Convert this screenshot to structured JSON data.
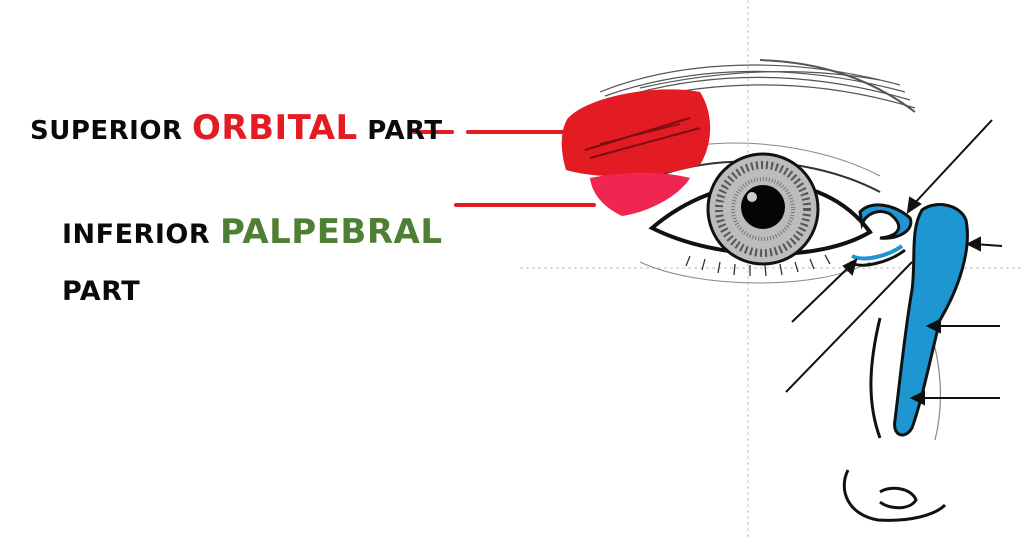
{
  "labels": {
    "superior_prefix": "SUPERIOR ",
    "superior_highlight": "ORBITAL",
    "superior_suffix": " PART",
    "inferior_prefix": "INFERIOR ",
    "inferior_highlight": "PALPEBRAL",
    "inferior_line2": "PART"
  },
  "colors": {
    "orbital_red": "#e31b23",
    "palpebral_green": "#4f7f34",
    "lacrimal_blue": "#1e96d2",
    "ink": "#0a0a0a"
  }
}
